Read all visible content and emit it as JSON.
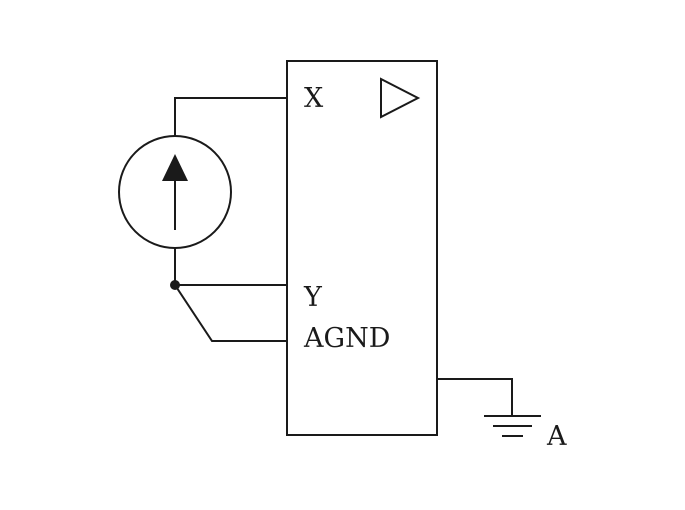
{
  "diagram": {
    "pins": {
      "x": "X",
      "y": "Y",
      "agnd": "AGND"
    },
    "ground_label": "A",
    "colors": {
      "line": "#1a1a1a",
      "background": "#ffffff"
    },
    "icons": {
      "source": "current-source-icon",
      "amplifier": "amplifier-triangle-icon",
      "ground": "ground-icon"
    }
  }
}
